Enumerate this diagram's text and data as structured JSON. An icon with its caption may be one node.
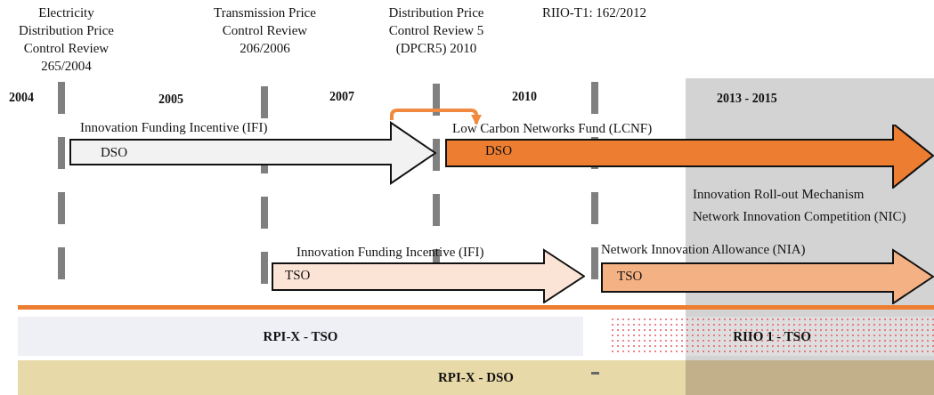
{
  "diagram": {
    "nodes": [
      {
        "text": [
          "Innovation Funding Incentive (IFI)",
          "DSO"
        ]
      },
      {
        "text": [
          "Low Carbon Networks Fund (LCNF)",
          "DSO"
        ]
      },
      {
        "text": [
          "Innovation Funding Incentive (IFI)",
          "TSO"
        ]
      },
      {
        "text": [
          "Network Innovation Allowance (NIA)",
          "TSO"
        ]
      },
      {
        "text": [
          "RPI-X - TSO"
        ]
      },
      {
        "text": [
          "RIIO 1 - TSO"
        ]
      },
      {
        "text": [
          "RPI-X - DSO"
        ]
      }
    ],
    "edges": [
      {
        "from": 0,
        "to": 1,
        "arrow": "to"
      }
    ],
    "labels": [
      "Electricity Distribution Price Control Review 265/2004",
      "Transmission Price Control Review 206/2006",
      "Distribution Price Control Review 5 (DPCR5) 2010",
      "RIIO-T1: 162/2012",
      "2004",
      "2005",
      "2007",
      "2010",
      "2013 - 2015",
      "Innovation Roll-out Mechanism",
      "Network Innovation Competition (NIC)"
    ]
  }
}
